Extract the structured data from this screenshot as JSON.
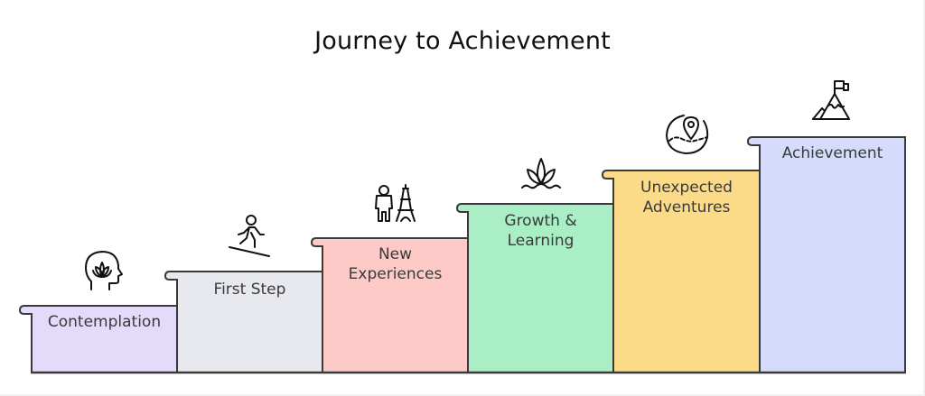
{
  "title": "Journey to Achievement",
  "stroke_color": "#3a3a3a",
  "steps": [
    {
      "label": "Contemplation",
      "icon": "head-lotus-icon",
      "color": "#e4dbfb"
    },
    {
      "label": "First Step",
      "icon": "snowboarder-icon",
      "color": "#e8e9ee"
    },
    {
      "label": "New\nExperiences",
      "icon": "traveler-eiffel-tower-icon",
      "color": "#fdcac8"
    },
    {
      "label": "Growth &\nLearning",
      "icon": "lotus-water-icon",
      "color": "#aaeec6"
    },
    {
      "label": "Unexpected\nAdventures",
      "icon": "globe-location-pin-icon",
      "color": "#fcdb88"
    },
    {
      "label": "Achievement",
      "icon": "mountain-flag-icon",
      "color": "#d5dcfb"
    }
  ]
}
